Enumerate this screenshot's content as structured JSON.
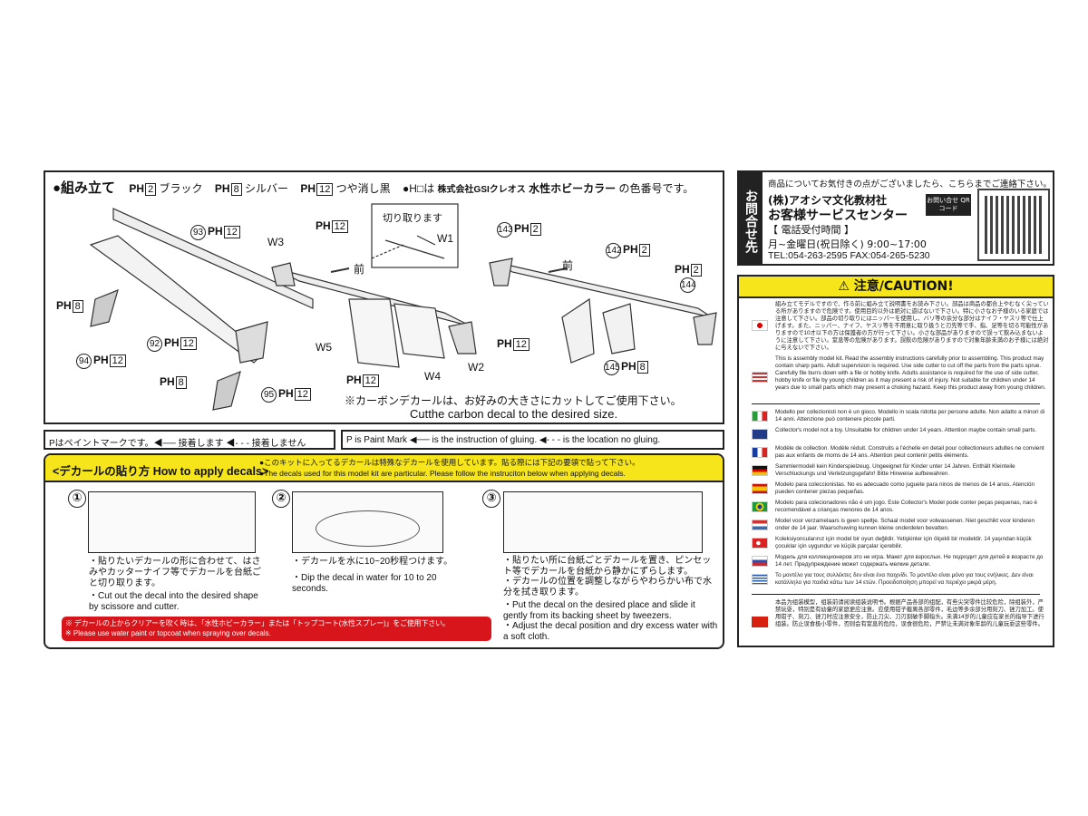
{
  "assembly": {
    "title": "●組み立て",
    "colors": [
      {
        "mark": "PH",
        "num": "2",
        "name": "ブラック"
      },
      {
        "mark": "PH",
        "num": "8",
        "name": "シルバー"
      },
      {
        "mark": "PH",
        "num": "12",
        "name": "つや消し黒"
      }
    ],
    "note_prefix": "●H□は",
    "note_company": "株式会社GSIクレオス",
    "note_brand": "水性ホビーカラー",
    "note_suffix": "の色番号です。",
    "labels": {
      "p93": "93",
      "p92": "92",
      "p94": "94",
      "p95": "95",
      "p142": "142",
      "p143": "143",
      "p144": "144",
      "p145": "145",
      "w1": "W1",
      "w2": "W2",
      "w3": "W3",
      "w4": "W4",
      "w5": "W5",
      "front": "前",
      "cut": "切り取ります",
      "ph": "PH",
      "c2": "2",
      "c8": "8",
      "c12": "12"
    },
    "carbon_jp": "※カーボンデカールは、お好みの大きさにカットしてご使用下さい。",
    "carbon_en": "Cutthe carbon decal to the desired size."
  },
  "legend": {
    "jp": "Pはペイントマークです。◀── 接着します ◀- - - 接着しません",
    "en": "P is Paint Mark ◀── is the instruction of gluing. ◀- - - is the location no gluing."
  },
  "decals": {
    "title": "<デカールの貼り方 How to apply decals>",
    "note_jp": "●このキットに入ってるデカールは特殊なデカールを使用しています。貼る際には下記の要領で貼って下さい。",
    "note_en": "●The decals used for this model kit are particular. Please follow the instruciton below when applying decals.",
    "steps": [
      {
        "num": "①",
        "jp": "・貼りたいデカールの形に合わせて、はさみやカッターナイフ等でデカールを台紙ごと切り取ります。",
        "en": "・Cut out the decal into the desired shape by scissore and cutter."
      },
      {
        "num": "②",
        "jp": "・デカールを水に10~20秒程つけます。",
        "en": "・Dip the decal in water for 10 to 20 seconds."
      },
      {
        "num": "③",
        "jp": "・貼りたい所に台紙ごとデカールを置き、ピンセット等でデカールを台紙から静かにずらします。\n・デカールの位置を調整しながらやわらかい布で水分を拭き取ります。",
        "en": "・Put the decal on the desired place and slide it gently from its backing sheet by tweezers.\n・Adjust the decal position and dry excess water with a soft cloth."
      }
    ],
    "warning_jp": "※ デカールの上からクリアーを吹く時は、「水性ホビーカラー」または「トップコート(水性スプレー)」をご使用下さい。",
    "warning_en": "※ Please use water paint or topcoat when spraying over decals."
  },
  "contact": {
    "side": "お問合せ先",
    "intro": "商品についてお気付きの点がございましたら、こちらまでご連絡下さい。",
    "company": "(株)アオシマ文化教材社",
    "center": "お客様サービスセンター",
    "hours_label": "【 電話受付時間 】",
    "hours": "月~金曜日(祝日除く) 9:00~17:00",
    "phone": "TEL:054-263-2595  FAX:054-265-5230",
    "qr_label": "お問い合せ QRコード"
  },
  "caution": {
    "title": "⚠ 注意/CAUTION!",
    "jp": "組み立てモデルですので、作る前に組み立て説明書をお読み下さい。部品は商品の都合上やむなく尖っている所がありますので危険です。使用目的以外は絶対に遊ばないで下さい。特に小さなお子様のいる家庭では注意して下さい。部品の切り取りにはニッパーを使用し、バリ等の余分な部分はナイフ・ヤスリ等で仕上げます。また、ニッパー、ナイフ、ヤスリ等を不用意に取り扱うと刃先等で手、指、足等を切る可能性がありますので10才以下の方は保護者の方が行って下さい。小さな部品がありますので誤って飲み込まないように注意して下さい。窒息等の危険があります。誤飲の危険がありますので対象年齢未満のお子様には絶対に与えないで下さい。",
    "us": "This is assembly model kit. Read the assembly instructions carefully prior to assembling. This product may contain sharp parts. Adult supervision is required. Use side cutter to cut off the parts from the parts sprue. Carefully file burrs down with a file or hobby knife. Adults assistance is required for the use of side cutter, hobby knife or file by young children as it may present a risk of injury. Not suitable for children under 14 years due to small parts which may present a choking hazard. Keep this product away from young children.",
    "langs": [
      {
        "flag": "it",
        "text": "Modello per collezionisti non è un gioco. Modello in scala ridotta per persone adulte. Non adatto a minori di 14 anni. Attenzione può contenere piccole parti."
      },
      {
        "flag": "uk",
        "text": "Collector's model not a toy. Unsuitable for children under 14 years. Attention maybe contain small parts."
      },
      {
        "flag": "fr",
        "text": "Modèle de collection. Modèle réduit. Construits a l'échelle en detail pour collectioneurs adultes ne convient pas aux enfants de moms de 14 ans. Attention peut contenir petits éléments."
      },
      {
        "flag": "de",
        "text": "Sammlermodell kein Kinderspielzeug. Ungeeignet für Kinder unter 14 Jahren. Enthält Kleinteile Verschluckungs und Verletzungsgefahr! Bitte Hinweise aufbewahren."
      },
      {
        "flag": "es",
        "text": "Modelo para coleccionistas. No es adecuado como juguete para ninos de menos de 14 anos. Atención pueden contener piezas pequeñas."
      },
      {
        "flag": "br",
        "text": "Modelo para colecionadores não é um jogo. Este Collector's Model pode conter peças pequenas, nao é recomendável a crianças menores de 14 anos."
      },
      {
        "flag": "nl",
        "text": "Model voor verzamelaars is geen speltje. Schaal model voor volwassenen. Niet geschikt voor kinderen onder de 14 jaar. Waarschuwing kunnen kleine onderdelen bevatten."
      },
      {
        "flag": "tr",
        "text": "Koleksiyoncularınız için model bir oyun değildir. Yetişkinler için ölçekli bir modeldir. 14 yaşından küçük çocuklar için uygundur ve küçük parçalar içerebilir."
      },
      {
        "flag": "ru",
        "text": "Модель для коллекционеров это не игра. Макет для взрослых. Не подходит для детей в возрасте до 14 лет. Предупреждение может содержать мелкие детали."
      },
      {
        "flag": "gr",
        "text": "Το μοντέλο για τους συλλέκτες δεν είναι ένα παιχνίδι. Το μοντέλο είναι μόνο για τους ενήλικες. Δεν είναι κατάλληλο για παιδιά κάτω των 14 ετών. Προειδοποίηση μπορεί να περιέχει μικρά μέρη."
      }
    ],
    "cn": "本品为组装模型，组装前请阅读组装说明书。根据产品各部的组配，有些尖突零件比较危险，除组装外，严禁玩耍，特别是有幼童的家庭更应注意。应使用钳子截离各部零件，毛边等多余部分用刻刀、锉刀加工。使用钳子、刻刀、锉刀时应注意安全，防止刀尖、刀刃割破手脚指头。未满14岁的儿童应在家长的指导下进行组装。防止误食极小零件，否则会有窒息的危险，误食很危险，严禁让未满对象年龄的儿童玩耍这些零件。"
  },
  "palette": {
    "yellow": "#f5e51a",
    "red": "#d8151b",
    "dark": "#222222"
  }
}
